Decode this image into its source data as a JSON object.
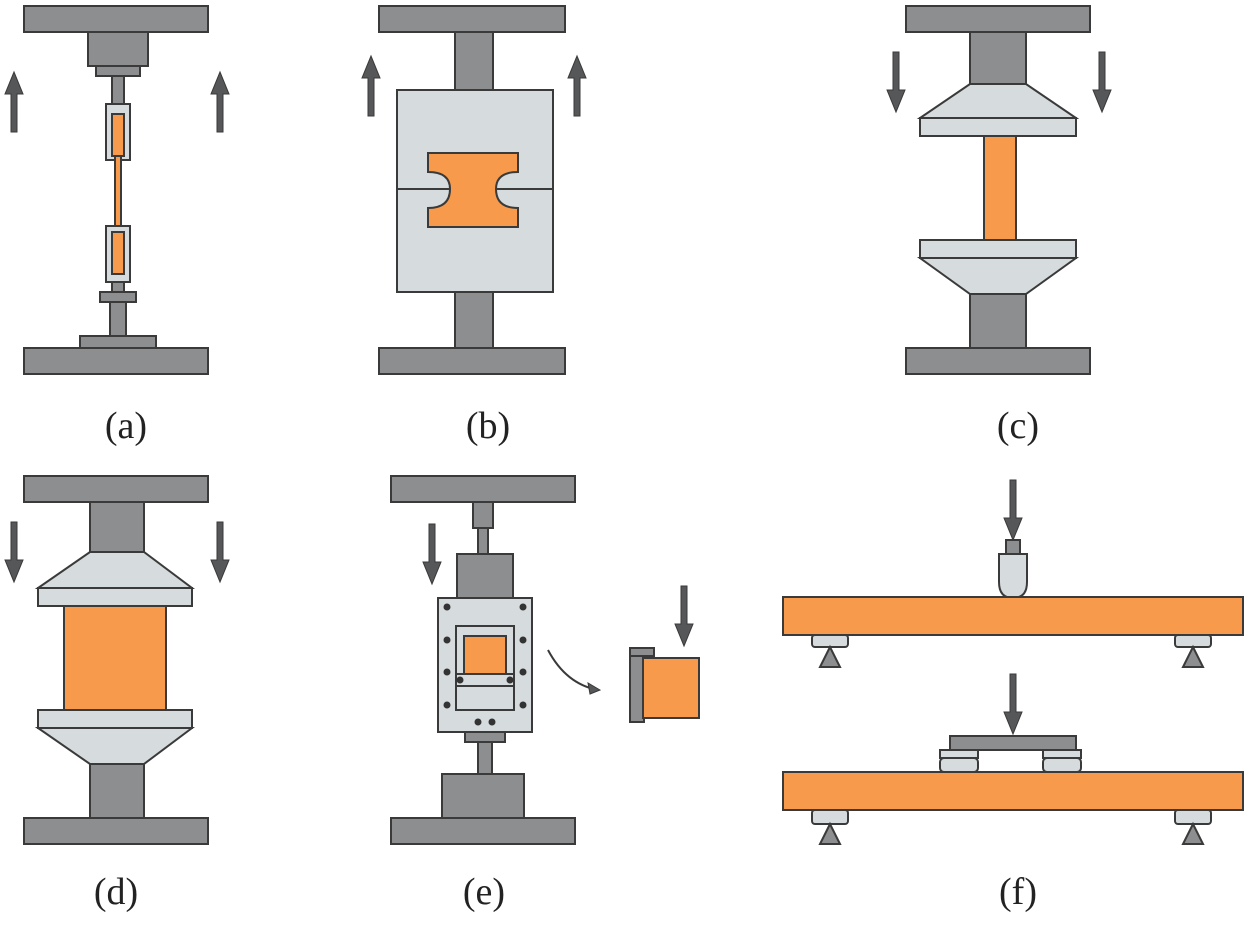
{
  "figure": {
    "panels": [
      {
        "id": "a",
        "label": "(a)"
      },
      {
        "id": "b",
        "label": "(b)"
      },
      {
        "id": "c",
        "label": "(c)"
      },
      {
        "id": "d",
        "label": "(d)"
      },
      {
        "id": "e",
        "label": "(e)"
      },
      {
        "id": "f",
        "label": "(f)"
      }
    ],
    "colors": {
      "machine": "#8c8e90",
      "fixture": "#d6dbdd",
      "specimen": "#f79a4b",
      "arrow": "#555759",
      "outline": "#3a3a3a"
    }
  }
}
